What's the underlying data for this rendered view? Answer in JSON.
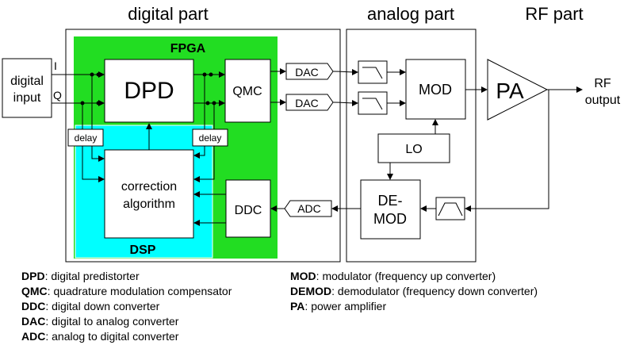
{
  "sections": {
    "digital": "digital part",
    "analog": "analog part",
    "rf": "RF part"
  },
  "blocks": {
    "input_line1": "digital",
    "input_line2": "input",
    "i_label": "I",
    "q_label": "Q",
    "fpga": "FPGA",
    "dsp": "DSP",
    "dpd": "DPD",
    "qmc": "QMC",
    "delay": "delay",
    "correction_line1": "correction",
    "correction_line2": "algorithm",
    "ddc": "DDC",
    "dac": "DAC",
    "adc": "ADC",
    "mod": "MOD",
    "lo": "LO",
    "demod_line1": "DE-",
    "demod_line2": "MOD",
    "pa": "PA",
    "rf_out_line1": "RF",
    "rf_out_line2": "output"
  },
  "colors": {
    "fpga_fill": "#22dd22",
    "dsp_fill": "#00ffff"
  },
  "legend": {
    "left": [
      {
        "abbr": "DPD",
        "desc": ": digital predistorter"
      },
      {
        "abbr": "QMC",
        "desc": ": quadrature modulation compensator"
      },
      {
        "abbr": "DDC",
        "desc": ": digital down converter"
      },
      {
        "abbr": "DAC",
        "desc": ": digital to analog converter"
      },
      {
        "abbr": "ADC",
        "desc": ": analog to digital converter"
      }
    ],
    "right": [
      {
        "abbr": "MOD",
        "desc": ": modulator (frequency up converter)"
      },
      {
        "abbr": "DEMOD",
        "desc": ": demodulator (frequency down converter)"
      },
      {
        "abbr": "PA",
        "desc": ": power amplifier"
      }
    ]
  }
}
